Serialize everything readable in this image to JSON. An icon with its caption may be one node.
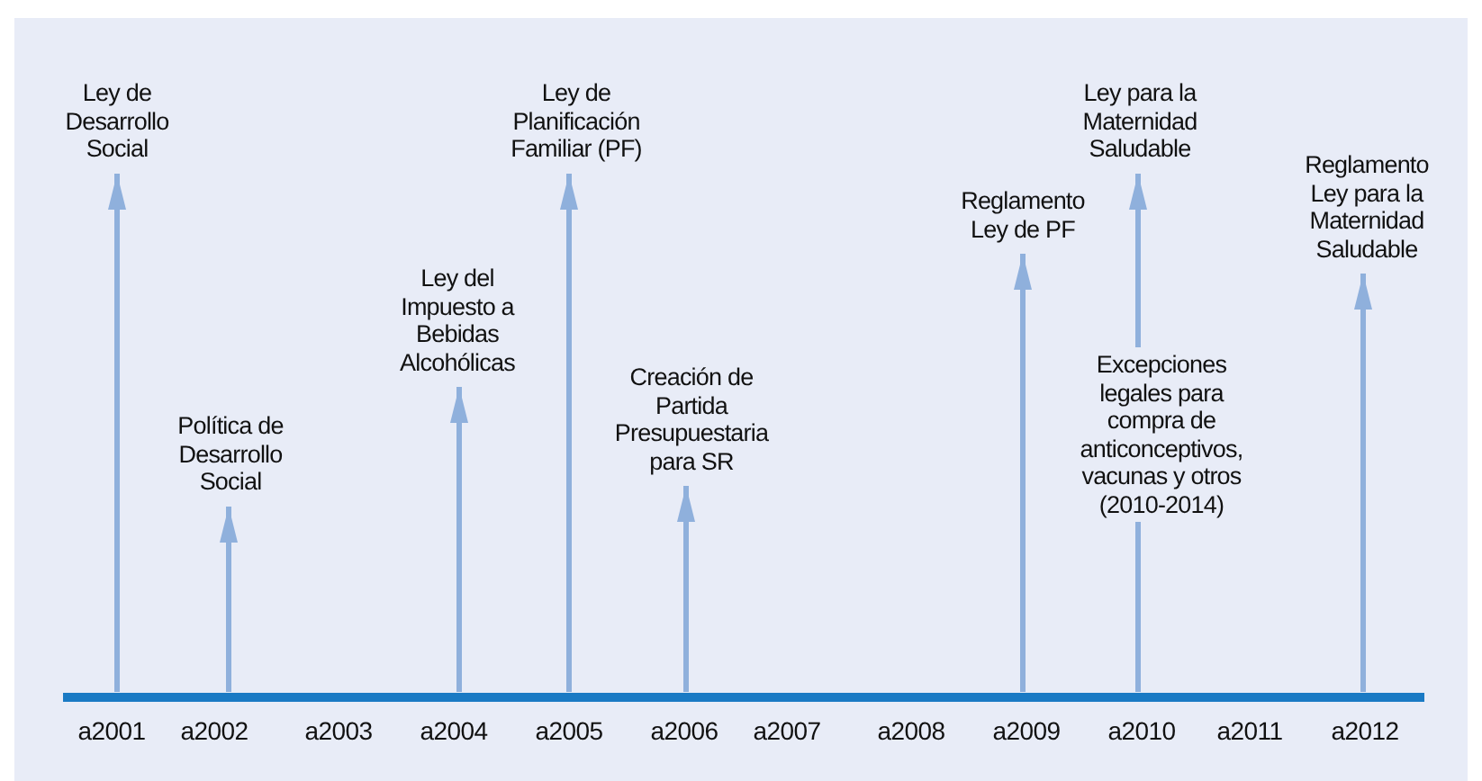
{
  "diagram": {
    "nodes": [
      {
        "text": [],
        "shape": "bar"
      },
      {
        "text": [
          "Ley de Desarrollo Social"
        ]
      },
      {
        "text": [
          "Política de Desarrollo Social"
        ]
      },
      {
        "text": [
          "Ley del Impuesto a Bebidas Alcohólicas"
        ]
      },
      {
        "text": [
          "Ley de Planificación Familiar (PF)"
        ]
      },
      {
        "text": [
          "Creación de Partida Presupuestaria para SR"
        ]
      },
      {
        "text": [
          "Reglamento Ley de PF"
        ]
      },
      {
        "text": [
          "Ley para la Maternidad Saludable"
        ]
      },
      {
        "text": [
          "Reglamento Ley para la Maternidad Saludable"
        ]
      }
    ],
    "edges": [
      {
        "from": 0,
        "to": 1,
        "arrow": "to"
      },
      {
        "from": 0,
        "to": 2,
        "arrow": "to"
      },
      {
        "from": 0,
        "to": 3,
        "arrow": "to"
      },
      {
        "from": 0,
        "to": 4,
        "arrow": "to"
      },
      {
        "from": 0,
        "to": 5,
        "arrow": "to"
      },
      {
        "from": 0,
        "to": 6,
        "arrow": "to"
      },
      {
        "from": 0,
        "to": 7,
        "arrow": "to",
        "label": "Excepciones legales para compra de anticonceptivos, vacunas y otros (2010-2014)"
      },
      {
        "from": 0,
        "to": 8,
        "arrow": "to"
      }
    ],
    "labels": [
      "a2001",
      "a2002",
      "a2003",
      "a2004",
      "a2005",
      "a2006",
      "a2007",
      "a2008",
      "a2009",
      "a2010",
      "a2011",
      "a2012"
    ]
  }
}
